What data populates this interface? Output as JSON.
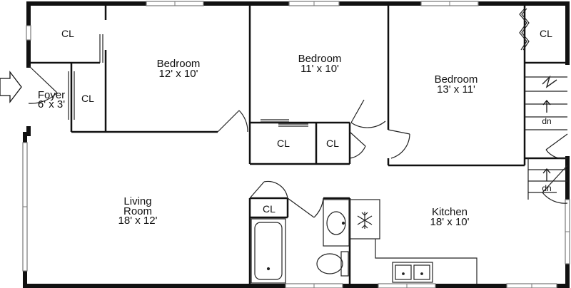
{
  "rooms": {
    "bedroom_1": {
      "name": "Bedroom",
      "size": "12' x 10'"
    },
    "bedroom_2": {
      "name": "Bedroom",
      "size": "11' x 10'"
    },
    "bedroom_3": {
      "name": "Bedroom",
      "size": "13' x 11'"
    },
    "foyer": {
      "name": "Foyer",
      "size": "6' x 3'"
    },
    "living_room": {
      "name_line1": "Living",
      "name_line2": "Room",
      "size": "18' x 12'"
    },
    "kitchen": {
      "name": "Kitchen",
      "size": "18' x 10'"
    }
  },
  "closets": {
    "label": "CL"
  },
  "stairs": {
    "down_label": "dn"
  },
  "icons": {
    "entry": "entry-arrow-icon",
    "fridge": "snowflake-icon",
    "stair_arrow": "arrow-up-icon"
  },
  "colors": {
    "wall": "#111111",
    "line": "#222222",
    "window": "#777777"
  }
}
